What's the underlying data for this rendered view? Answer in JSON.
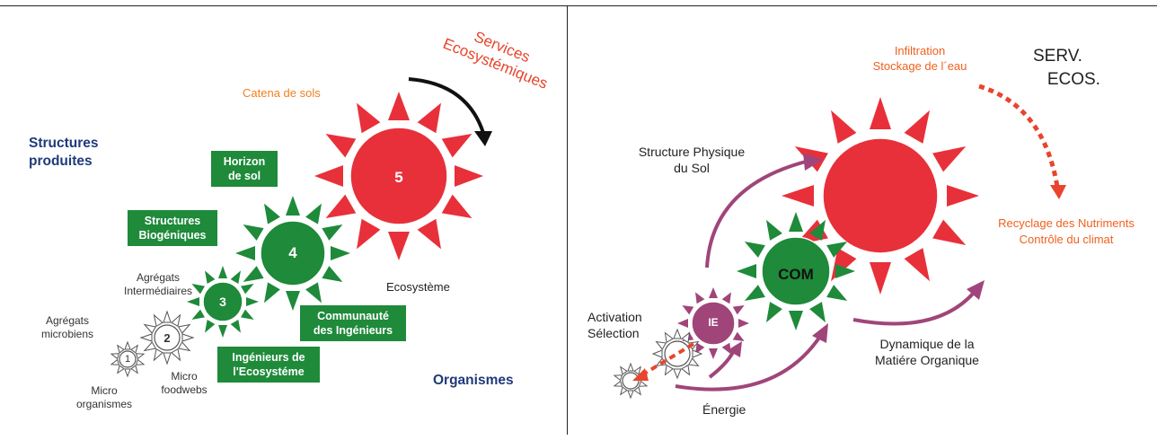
{
  "left_panel": {
    "heading_structures": "Structures\nproduites",
    "heading_organisms": "Organismes",
    "services_label": "Services\nEcosystémiques",
    "catena_label": "Catena de sols",
    "ecosystem_label": "Ecosystème",
    "boxes": {
      "horizon": "Horizon\nde sol",
      "structures_biogeniques": "Structures\nBiogéniques",
      "communaute": "Communauté\ndes Ingénieurs",
      "ingenieurs": "Ingénieurs de\nl'Ecosystéme"
    },
    "labels": {
      "agregats_intermediaires": "Agrégats\nIntermédiaires",
      "agregats_microbiens": "Agrégats\nmicrobiens",
      "micro_foodwebs": "Micro\nfoodwebs",
      "micro_organismes": "Micro\norganismes"
    },
    "suns": [
      {
        "level": "1"
      },
      {
        "level": "2"
      },
      {
        "level": "3"
      },
      {
        "level": "4"
      },
      {
        "level": "5"
      }
    ]
  },
  "right_panel": {
    "serv_label": "SERV.\n   ECOS.",
    "infiltration_label": "Infiltration\nStockage de l´eau",
    "recycling_label": "Recyclage des Nutriments\nContrôle du climat",
    "structure_label": "Structure Physique\ndu Sol",
    "activation_label": "Activation\nSélection",
    "dynamique_label": "Dynamique de la\nMatiére Organique",
    "energie_label": "Énergie",
    "com_label": "COM",
    "ie_label": "IE"
  },
  "colors": {
    "red": "#e8303a",
    "green": "#1e8a3a",
    "purple": "#a0457a",
    "navy": "#1f3a7a",
    "orange": "#f0801e"
  }
}
